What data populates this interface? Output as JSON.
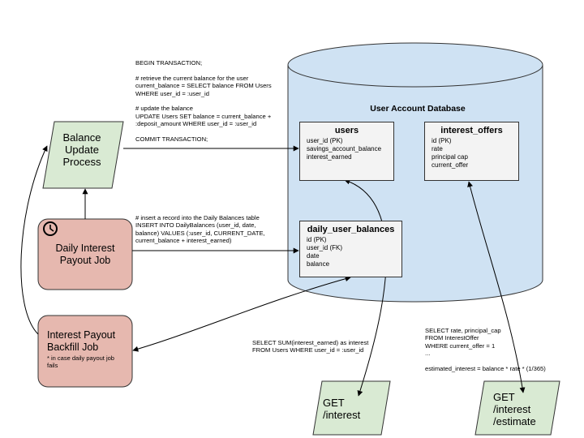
{
  "database": {
    "title": "User Account Database"
  },
  "tables": {
    "users": {
      "name": "users",
      "fields": [
        "user_id (PK)",
        "savings_account_balance",
        "interest_earned"
      ]
    },
    "interest_offers": {
      "name": "interest_offers",
      "fields": [
        "id (PK)",
        "rate",
        "principal cap",
        "current_offer"
      ]
    },
    "daily_user_balances": {
      "name": "daily_user_balances",
      "fields": [
        "id (PK)",
        "user_id (FK)",
        "date",
        "balance"
      ]
    }
  },
  "processes": {
    "balance_update": {
      "label": "Balance\nUpdate\nProcess",
      "color": "#d9ead3"
    },
    "daily_interest": {
      "label": "Daily Interest\nPayout Job",
      "color": "#e6b8af"
    },
    "backfill": {
      "label": "Interest Payout\nBackfill Job",
      "note": "* in case daily payout job\nfails",
      "color": "#e6b8af"
    },
    "get_interest": {
      "label": "GET\n/interest",
      "color": "#d9ead3"
    },
    "get_estimate": {
      "label": "GET\n/interest\n/estimate",
      "color": "#d9ead3"
    }
  },
  "annotations": {
    "transaction": "BEGIN TRANSACTION;\n\n# retrieve the current balance for the user\ncurrent_balance = SELECT balance FROM Users\nWHERE user_id = :user_id\n\n# update the balance\nUPDATE Users SET balance = current_balance +\n:deposit_amount WHERE user_id = :user_id\n\nCOMMIT TRANSACTION;",
    "insert": "# insert a record into the Daily Balances table\nINSERT INTO DailyBalances (user_id, date,\nbalance) VALUES (:user_id, CURRENT_DATE,\ncurrent_balance + interest_earned)",
    "sum_query": "SELECT SUM(interest_earned) as interest\nFROM Users WHERE user_id = :user_id",
    "estimate_query": "SELECT rate, principal_cap\nFROM InterestOffer\nWHERE current_offer = 1\n...\n\nestimated_interest = balance * rate * (1/365)"
  },
  "colors": {
    "database_fill": "#cfe2f3",
    "table_fill": "#f3f3f3",
    "stroke": "#000000"
  }
}
